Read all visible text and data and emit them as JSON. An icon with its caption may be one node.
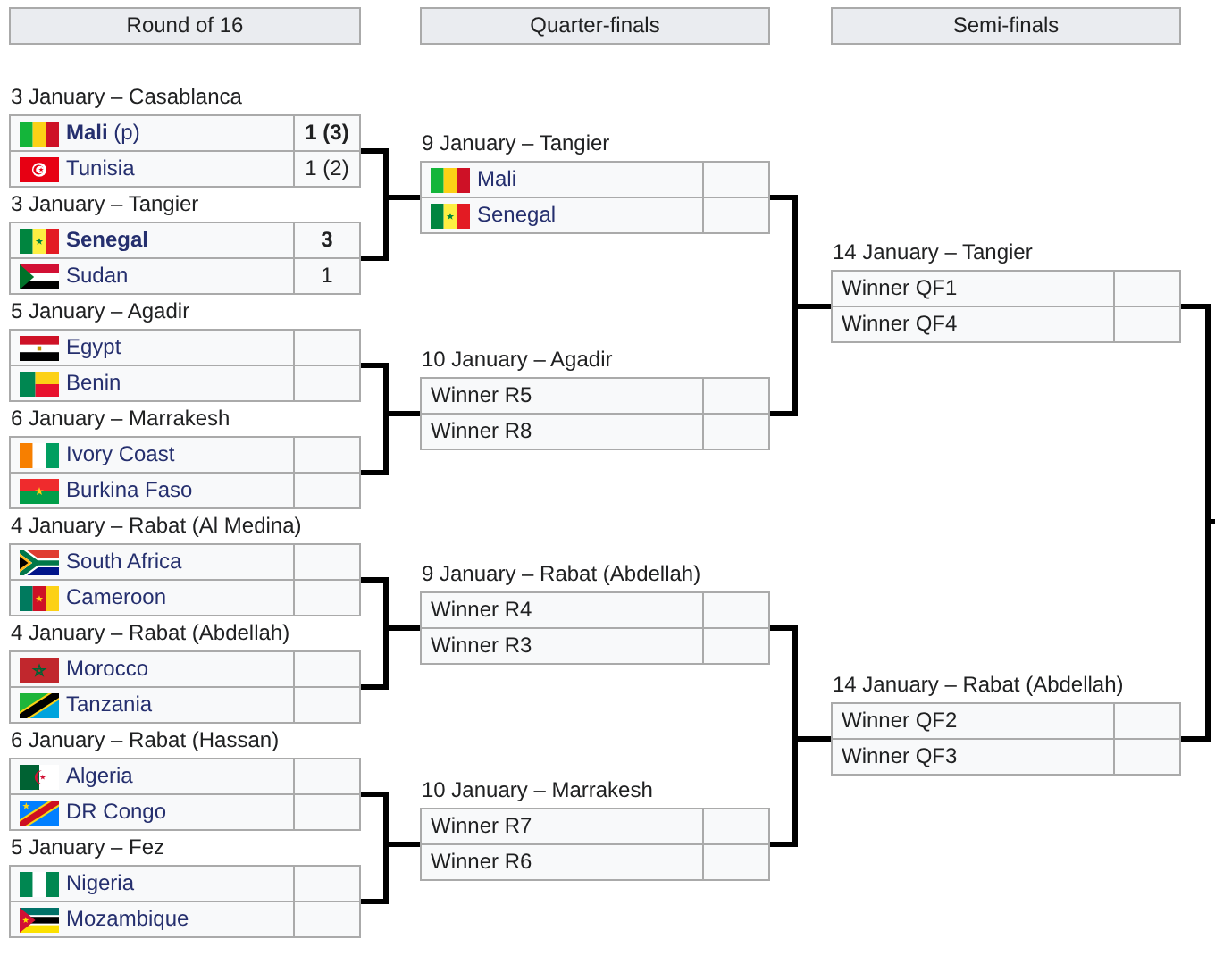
{
  "diagram": {
    "nodes": [
      {
        "text": [
          "Round of 16"
        ]
      },
      {
        "text": [
          "Quarter-finals"
        ]
      },
      {
        "text": [
          "Semi-finals"
        ]
      },
      {
        "text": [],
        "shape": "box",
        "beside": [
          "3 January – Casablanca"
        ]
      },
      {
        "text": [
          "**Mali** (p)",
          "1 (3)"
        ],
        "in": 3
      },
      {
        "text": [
          "Tunisia",
          "1 (2)"
        ],
        "in": 3
      },
      {
        "text": [],
        "shape": "box",
        "beside": [
          "3 January – Tangier"
        ]
      },
      {
        "text": [
          "Senegal",
          "3"
        ],
        "in": 6
      },
      {
        "text": [
          "Sudan",
          "1"
        ],
        "in": 6
      },
      {
        "text": [],
        "shape": "box",
        "beside": [
          "5 January – Agadir"
        ]
      },
      {
        "text": [
          "Egypt"
        ],
        "in": 9
      },
      {
        "text": [
          "Benin"
        ],
        "in": 9
      },
      {
        "text": [],
        "shape": "box",
        "beside": [
          "6 January – Marrakesh"
        ]
      },
      {
        "text": [
          "Ivory Coast"
        ],
        "in": 12
      },
      {
        "text": [
          "Burkina Faso"
        ],
        "in": 12
      },
      {
        "text": [],
        "shape": "box",
        "beside": [
          "4 January – Rabat (Al Medina)"
        ]
      },
      {
        "text": [
          "South Africa"
        ],
        "in": 15
      },
      {
        "text": [
          "Cameroon"
        ],
        "in": 15
      },
      {
        "text": [],
        "shape": "box",
        "beside": [
          "4 January – Rabat (Abdellah)"
        ]
      },
      {
        "text": [
          "Morocco"
        ],
        "in": 18
      },
      {
        "text": [
          "Tanzania"
        ],
        "in": 18
      },
      {
        "text": [],
        "shape": "box",
        "beside": [
          "6 January – Rabat (Hassan)"
        ]
      },
      {
        "text": [
          "Algeria"
        ],
        "in": 21
      },
      {
        "text": [
          "DR Congo"
        ],
        "in": 21
      },
      {
        "text": [],
        "shape": "box",
        "beside": [
          "5 January – Fez"
        ]
      },
      {
        "text": [
          "Nigeria"
        ],
        "in": 24
      },
      {
        "text": [
          "Mozambique"
        ],
        "in": 24
      },
      {
        "text": [],
        "shape": "box",
        "beside": [
          "9 January – Tangier"
        ]
      },
      {
        "text": [
          "Mali"
        ],
        "in": 27
      },
      {
        "text": [
          "Senegal"
        ],
        "in": 27
      },
      {
        "text": [],
        "shape": "box",
        "beside": [
          "10 January – Agadir"
        ]
      },
      {
        "text": [
          "Winner R5"
        ],
        "in": 30
      },
      {
        "text": [
          "Winner R8"
        ],
        "in": 30
      },
      {
        "text": [],
        "shape": "box",
        "beside": [
          "9 January – Rabat (Abdellah)"
        ]
      },
      {
        "text": [
          "Winner R4"
        ],
        "in": 33
      },
      {
        "text": [
          "Winner R3"
        ],
        "in": 33
      },
      {
        "text": [],
        "shape": "box",
        "beside": [
          "10 January – Marrakesh"
        ]
      },
      {
        "text": [
          "Winner R7"
        ],
        "in": 36
      },
      {
        "text": [
          "Winner R6"
        ],
        "in": 36
      },
      {
        "text": [],
        "shape": "box",
        "beside": [
          "14 January – Tangier"
        ]
      },
      {
        "text": [
          "Winner QF1"
        ],
        "in": 39
      },
      {
        "text": [
          "Winner QF4"
        ],
        "in": 39
      },
      {
        "text": [],
        "shape": "box",
        "beside": [
          "14 January – Rabat (Abdellah)"
        ]
      },
      {
        "text": [
          "Winner QF2"
        ],
        "in": 42
      },
      {
        "text": [
          "Winner QF3"
        ],
        "in": 42
      }
    ],
    "edges": [
      {
        "from": 3,
        "to": 27,
        "arrow": "none"
      },
      {
        "from": 6,
        "to": 27,
        "arrow": "none"
      },
      {
        "from": 9,
        "to": 30,
        "arrow": "none"
      },
      {
        "from": 12,
        "to": 30,
        "arrow": "none"
      },
      {
        "from": 15,
        "to": 33,
        "arrow": "none"
      },
      {
        "from": 18,
        "to": 33,
        "arrow": "none"
      },
      {
        "from": 21,
        "to": 36,
        "arrow": "none"
      },
      {
        "from": 24,
        "to": 36,
        "arrow": "none"
      },
      {
        "from": 27,
        "to": 39,
        "arrow": "none"
      },
      {
        "from": 30,
        "to": 39,
        "arrow": "none"
      },
      {
        "from": 33,
        "to": 42,
        "arrow": "none"
      },
      {
        "from": 36,
        "to": 42,
        "arrow": "none"
      },
      {
        "from": 39,
        "to": null,
        "arrow": "none"
      },
      {
        "from": 42,
        "to": null,
        "arrow": "none"
      }
    ]
  }
}
